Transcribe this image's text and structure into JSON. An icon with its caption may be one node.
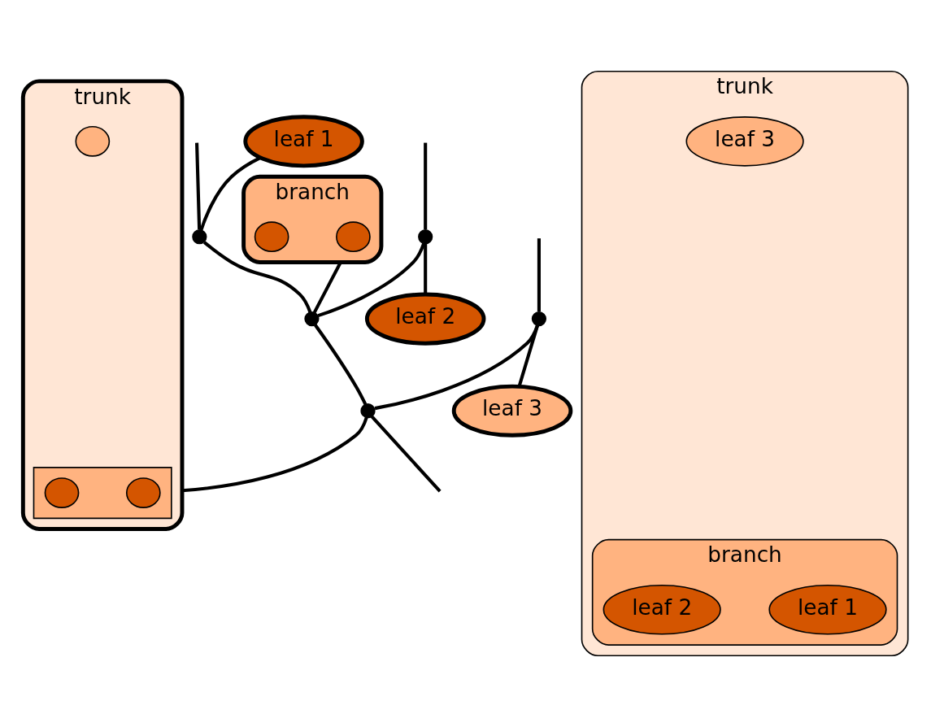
{
  "diagram": {
    "nodes": [
      {
        "text": [
          "leaf 1"
        ]
      },
      {
        "text": [],
        "shape": "dot"
      },
      {
        "text": [],
        "shape": "dot"
      },
      {
        "text": [
          "leaf 2"
        ]
      },
      {
        "text": [
          "branch"
        ]
      },
      {
        "text": [],
        "shape": "circle",
        "in": 4
      },
      {
        "text": [],
        "shape": "circle",
        "in": 4
      },
      {
        "text": [],
        "shape": "dot"
      },
      {
        "text": [],
        "shape": "dot"
      },
      {
        "text": [
          "leaf 3"
        ]
      },
      {
        "text": [],
        "shape": "dot"
      },
      {
        "text": [
          "trunk"
        ]
      },
      {
        "text": [],
        "shape": "box",
        "in": 11
      },
      {
        "text": [],
        "shape": "circle",
        "in": 12
      },
      {
        "text": [],
        "shape": "circle",
        "in": 12
      },
      {
        "text": [],
        "shape": "circle",
        "in": 11
      },
      {
        "text": [
          "trunk"
        ]
      },
      {
        "text": [
          "branch"
        ],
        "in": 16
      },
      {
        "text": [
          "leaf 1"
        ],
        "in": 17
      },
      {
        "text": [
          "leaf 2"
        ],
        "in": 17
      },
      {
        "text": [
          "leaf 3"
        ],
        "in": 16
      }
    ],
    "edges": [
      {
        "from": null,
        "to": 1,
        "arrow": "none"
      },
      {
        "from": 0,
        "to": 1,
        "arrow": "none"
      },
      {
        "from": null,
        "to": 2,
        "arrow": "none"
      },
      {
        "from": 2,
        "to": 3,
        "arrow": "none"
      },
      {
        "from": 1,
        "to": 7,
        "arrow": "none"
      },
      {
        "from": 2,
        "to": 7,
        "arrow": "none"
      },
      {
        "from": 4,
        "to": 7,
        "arrow": "none"
      },
      {
        "from": null,
        "to": 8,
        "arrow": "none"
      },
      {
        "from": 8,
        "to": 9,
        "arrow": "none"
      },
      {
        "from": 7,
        "to": 10,
        "arrow": "none"
      },
      {
        "from": 8,
        "to": 10,
        "arrow": "none"
      },
      {
        "from": 10,
        "to": 11,
        "arrow": "none"
      },
      {
        "from": 10,
        "to": null,
        "arrow": "none"
      }
    ]
  }
}
